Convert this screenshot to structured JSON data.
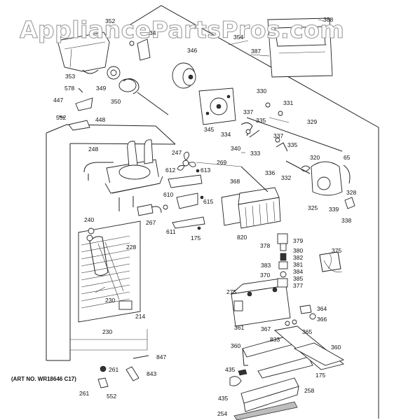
{
  "watermark": "AppliancePartsPros.com",
  "art_number": "(ART NO. WR18646 C17)",
  "labels": [
    {
      "id": "352",
      "text": "352"
    },
    {
      "id": "34",
      "text": "34"
    },
    {
      "id": "354",
      "text": "354"
    },
    {
      "id": "388",
      "text": "388"
    },
    {
      "id": "387",
      "text": "387"
    },
    {
      "id": "346",
      "text": "346"
    },
    {
      "id": "353",
      "text": "353"
    },
    {
      "id": "349",
      "text": "349"
    },
    {
      "id": "578",
      "text": "578"
    },
    {
      "id": "350",
      "text": "350"
    },
    {
      "id": "447",
      "text": "447"
    },
    {
      "id": "552a",
      "text": "552"
    },
    {
      "id": "448",
      "text": "448"
    },
    {
      "id": "330",
      "text": "330"
    },
    {
      "id": "331",
      "text": "331"
    },
    {
      "id": "337a",
      "text": "337"
    },
    {
      "id": "335a",
      "text": "335"
    },
    {
      "id": "329",
      "text": "329"
    },
    {
      "id": "345",
      "text": "345"
    },
    {
      "id": "334",
      "text": "334"
    },
    {
      "id": "337b",
      "text": "337"
    },
    {
      "id": "340",
      "text": "340"
    },
    {
      "id": "333",
      "text": "333"
    },
    {
      "id": "335b",
      "text": "335"
    },
    {
      "id": "248",
      "text": "248"
    },
    {
      "id": "247",
      "text": "247"
    },
    {
      "id": "320",
      "text": "320"
    },
    {
      "id": "65",
      "text": "65"
    },
    {
      "id": "612",
      "text": "612"
    },
    {
      "id": "613",
      "text": "613"
    },
    {
      "id": "269",
      "text": "269"
    },
    {
      "id": "336",
      "text": "336"
    },
    {
      "id": "332",
      "text": "332"
    },
    {
      "id": "368",
      "text": "368"
    },
    {
      "id": "328",
      "text": "328"
    },
    {
      "id": "610",
      "text": "610"
    },
    {
      "id": "615",
      "text": "615"
    },
    {
      "id": "325",
      "text": "325"
    },
    {
      "id": "339",
      "text": "339"
    },
    {
      "id": "267",
      "text": "267"
    },
    {
      "id": "338",
      "text": "338"
    },
    {
      "id": "240",
      "text": "240"
    },
    {
      "id": "611",
      "text": "611"
    },
    {
      "id": "175a",
      "text": "175"
    },
    {
      "id": "820",
      "text": "820"
    },
    {
      "id": "379",
      "text": "379"
    },
    {
      "id": "228",
      "text": "228"
    },
    {
      "id": "378",
      "text": "378"
    },
    {
      "id": "380",
      "text": "380"
    },
    {
      "id": "375",
      "text": "375"
    },
    {
      "id": "382",
      "text": "382"
    },
    {
      "id": "381",
      "text": "381"
    },
    {
      "id": "383",
      "text": "383"
    },
    {
      "id": "384",
      "text": "384"
    },
    {
      "id": "370",
      "text": "370"
    },
    {
      "id": "385",
      "text": "385"
    },
    {
      "id": "377",
      "text": "377"
    },
    {
      "id": "275",
      "text": "275"
    },
    {
      "id": "230a",
      "text": "230"
    },
    {
      "id": "364",
      "text": "364"
    },
    {
      "id": "366",
      "text": "366"
    },
    {
      "id": "214",
      "text": "214"
    },
    {
      "id": "230b",
      "text": "230"
    },
    {
      "id": "361",
      "text": "361"
    },
    {
      "id": "367",
      "text": "367"
    },
    {
      "id": "365",
      "text": "365"
    },
    {
      "id": "833",
      "text": "833"
    },
    {
      "id": "360a",
      "text": "360"
    },
    {
      "id": "360b",
      "text": "360"
    },
    {
      "id": "847",
      "text": "847"
    },
    {
      "id": "261a",
      "text": "261"
    },
    {
      "id": "843",
      "text": "843"
    },
    {
      "id": "435a",
      "text": "435"
    },
    {
      "id": "175b",
      "text": "175"
    },
    {
      "id": "261b",
      "text": "261"
    },
    {
      "id": "552b",
      "text": "552"
    },
    {
      "id": "258",
      "text": "258"
    },
    {
      "id": "435b",
      "text": "435"
    },
    {
      "id": "254",
      "text": "254"
    }
  ]
}
